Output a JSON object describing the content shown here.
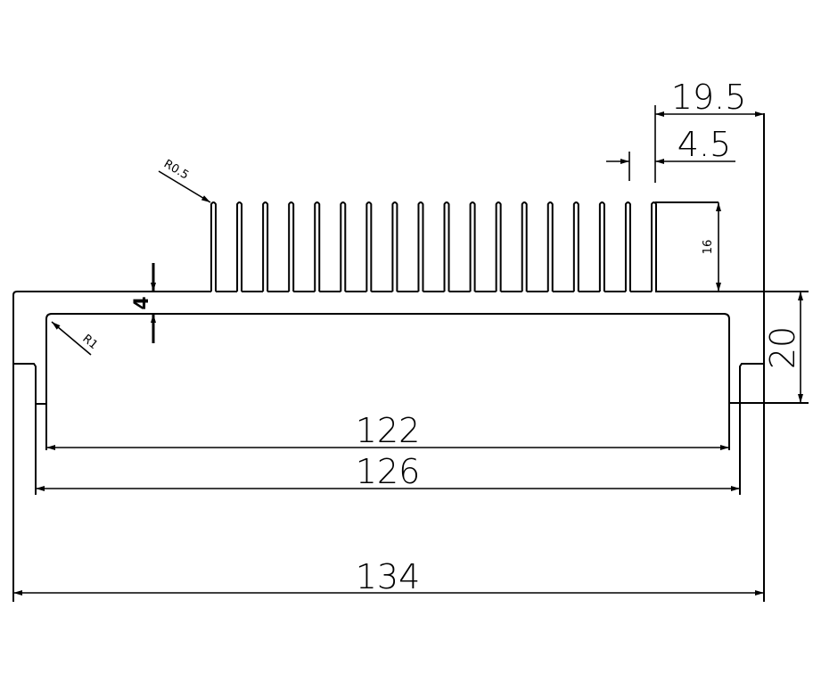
{
  "drawing": {
    "fin_count": 18,
    "dimensions": {
      "overall_width": "134",
      "inner_width_outer": "126",
      "inner_width": "122",
      "height": "20",
      "fin_height": "16",
      "fin_pitch": "4.5",
      "edge_offset": "19.5",
      "plate_thickness": "4",
      "fin_tip_radius": "R0.5",
      "inner_corner_radius": "R1"
    }
  }
}
